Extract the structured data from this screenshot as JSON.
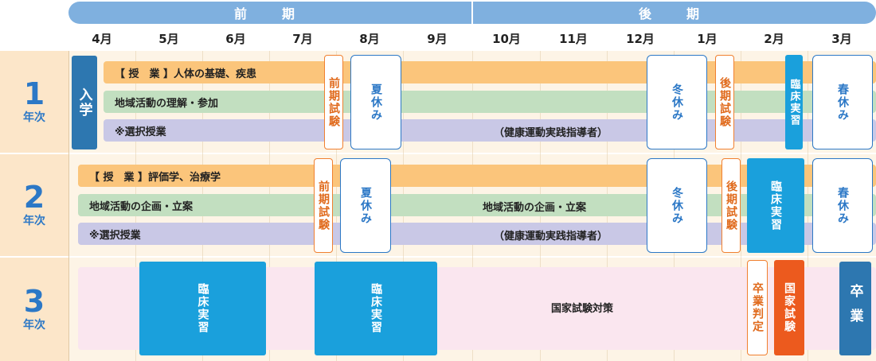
{
  "terms": {
    "first": "前　期",
    "second": "後　期"
  },
  "months": [
    "4月",
    "5月",
    "6月",
    "7月",
    "8月",
    "9月",
    "10月",
    "11月",
    "12月",
    "1月",
    "2月",
    "3月"
  ],
  "years": [
    {
      "num": "1",
      "label": "年次"
    },
    {
      "num": "2",
      "label": "年次"
    },
    {
      "num": "3",
      "label": "年次"
    }
  ],
  "y1": {
    "admission": "入学",
    "lecture": "【 授　業 】人体の基礎、疾患",
    "community": "地域活動の理解・参加",
    "elective": "※選択授業",
    "elective_note": "（健康運動実践指導者）",
    "first_exam": "前期試験",
    "summer": "夏休み",
    "winter": "冬休み",
    "second_exam": "後期試験",
    "clinical": "臨床実習",
    "spring": "春休み"
  },
  "y2": {
    "lecture": "【 授　業 】評価学、治療学",
    "community": "地域活動の企画・立案",
    "community_second": "地域活動の企画・立案",
    "elective": "※選択授業",
    "elective_note": "（健康運動実践指導者）",
    "first_exam": "前期試験",
    "summer": "夏休み",
    "winter": "冬休み",
    "second_exam": "後期試験",
    "clinical": "臨床実習",
    "spring": "春休み"
  },
  "y3": {
    "clinical1": "臨床実習",
    "clinical2": "臨床実習",
    "exam_prep": "国家試験対策",
    "graduation_judgment": "卒業判定",
    "national_exam": "国家試験",
    "graduation": "卒業"
  }
}
